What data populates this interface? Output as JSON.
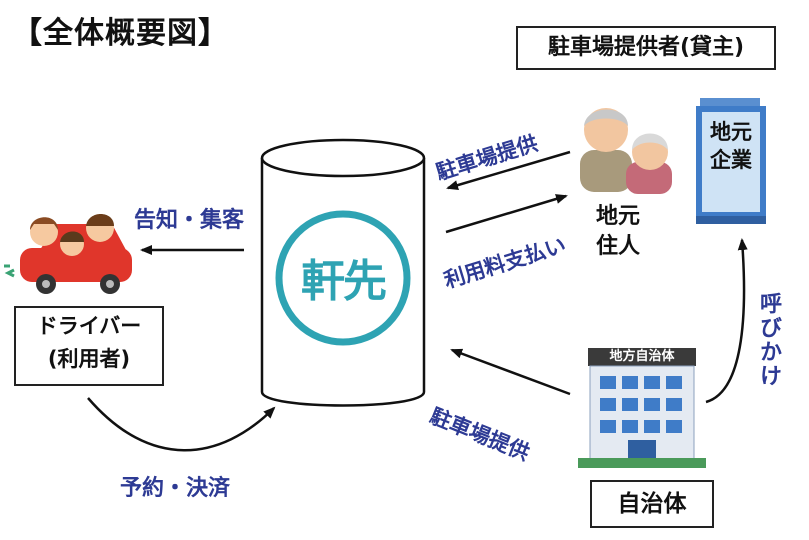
{
  "title": "【全体概要図】",
  "provider_box": "駐車場提供者(貸主)",
  "center_logo": "軒先",
  "labels": {
    "notice": "告知・集客",
    "parking_from_residents": "駐車場提供",
    "usage_fee": "利用料支払い",
    "parking_from_gov": "駐車場提供",
    "reservation": "予約・決済",
    "call": "呼びかけ"
  },
  "driver_box": {
    "line1": "ドライバー",
    "line2": "(利用者)"
  },
  "residents": {
    "line1": "地元",
    "line2": "住人"
  },
  "company": {
    "line1": "地元",
    "line2": "企業"
  },
  "gov_sign": "地方自治体",
  "gov_box": "自治体",
  "colors": {
    "label_blue": "#2d3a94",
    "logo_teal": "#2ea3b3",
    "car_red": "#e0362b",
    "building_blue": "#3f7cc8"
  }
}
